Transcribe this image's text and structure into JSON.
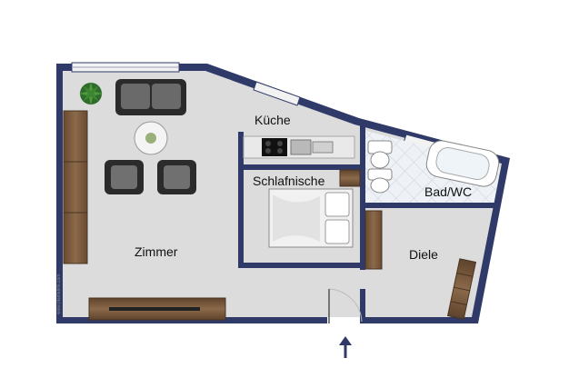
{
  "rooms": {
    "zimmer": "Zimmer",
    "kueche": "Küche",
    "schlafnische": "Schlafnische",
    "bad": "Bad/WC",
    "diele": "Diele"
  },
  "credit": "www.planfabrik.com",
  "entrance_icon": "arrow-up-icon",
  "colors": {
    "wall": "#2f3a68",
    "floor": "#dcdcdc",
    "bath_floor": "#eef2f6",
    "wood": "#7a5a3c",
    "window": "#f2f2f2"
  }
}
